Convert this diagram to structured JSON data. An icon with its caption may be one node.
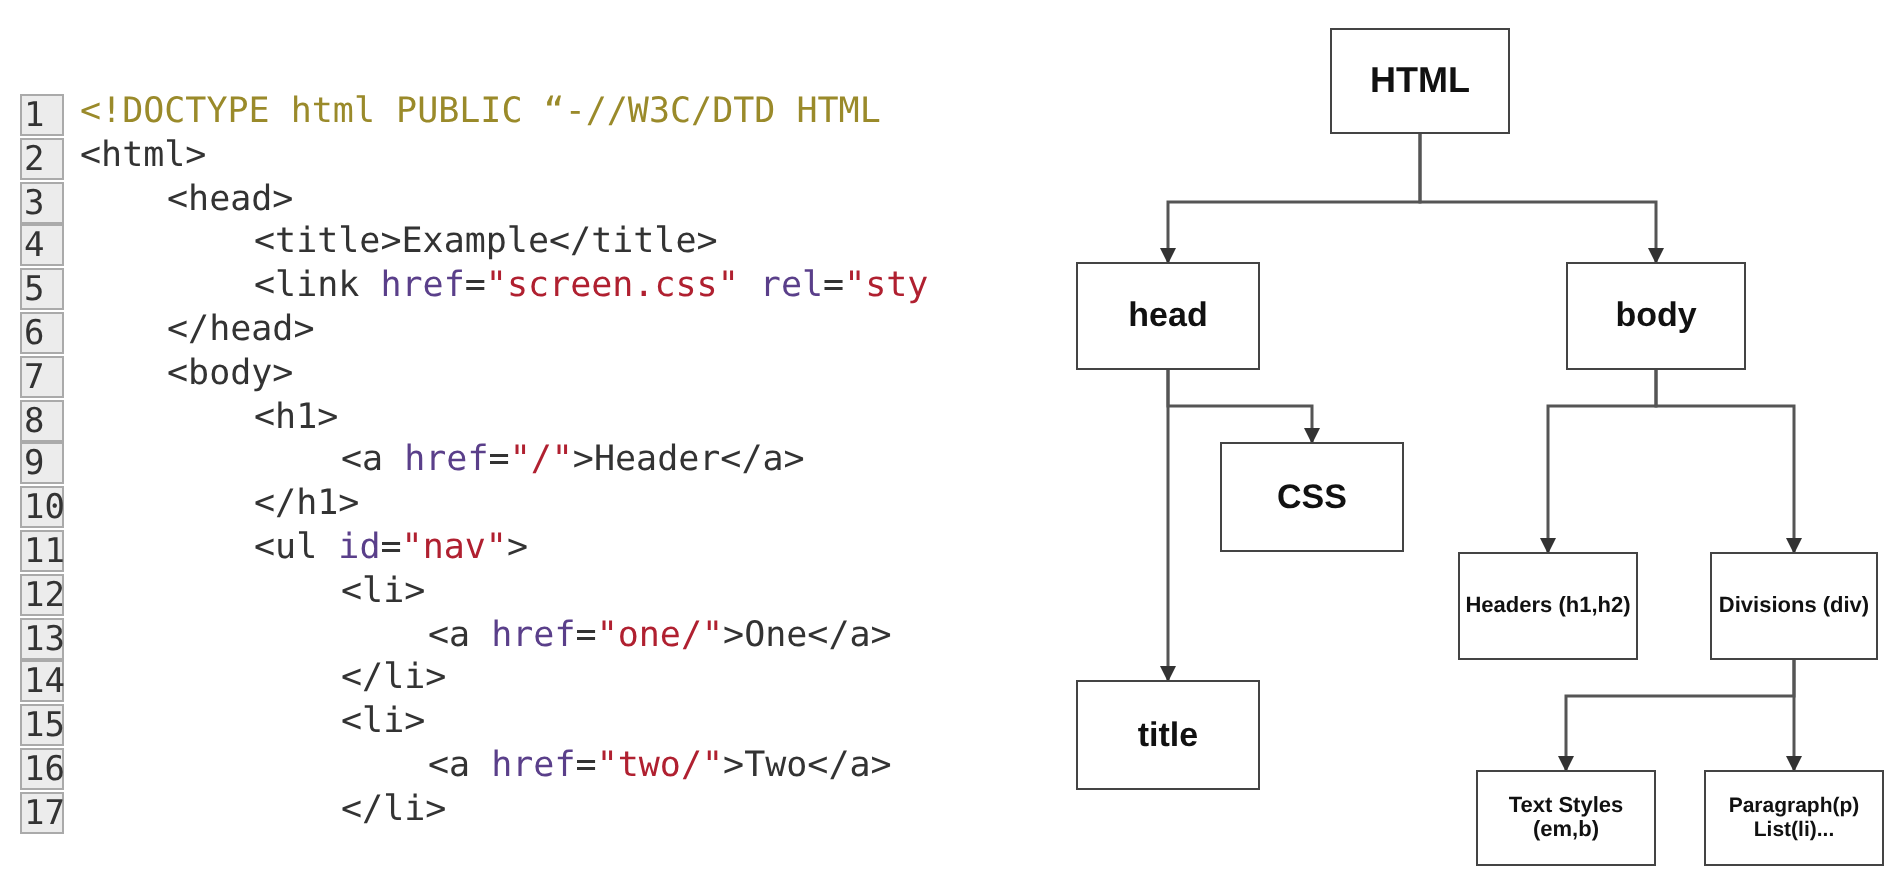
{
  "diagram": {
    "nodes": [
      {
        "text": [
          "HTML"
        ]
      },
      {
        "text": [
          "head"
        ]
      },
      {
        "text": [
          "body"
        ]
      },
      {
        "text": [
          "CSS"
        ]
      },
      {
        "text": [
          "title"
        ]
      },
      {
        "text": [
          "Headers (h1,h2)"
        ]
      },
      {
        "text": [
          "Divisions (div)"
        ]
      },
      {
        "text": [
          "Text Styles (em,b)"
        ]
      },
      {
        "text": [
          "Paragraph(p) List(li)..."
        ]
      }
    ],
    "edges": [
      {
        "from": 0,
        "to": 1,
        "arrow": "to"
      },
      {
        "from": 0,
        "to": 2,
        "arrow": "to"
      },
      {
        "from": 1,
        "to": 3,
        "arrow": "to"
      },
      {
        "from": 1,
        "to": 4,
        "arrow": "to"
      },
      {
        "from": 2,
        "to": 5,
        "arrow": "to"
      },
      {
        "from": 2,
        "to": 6,
        "arrow": "to"
      },
      {
        "from": 6,
        "to": 7,
        "arrow": "to"
      },
      {
        "from": 6,
        "to": 8,
        "arrow": "to"
      }
    ],
    "labels": [
      "1",
      "<!DOCTYPE html PUBLIC “-//W3C/DTD HTML",
      "2",
      "<html>",
      "3",
      "<head>",
      "4",
      "<title>Example</title>",
      "5",
      "<link href=\"screen.css\" rel=\"sty",
      "6",
      "</head>",
      "7",
      "<body>",
      "8",
      "<h1>",
      "9",
      "<a href=\"/\">Header</a>",
      "10",
      "</h1>",
      "11",
      "<ul id=\"nav\">",
      "12",
      "<li>",
      "13",
      "<a href=\"one/\">One</a>",
      "14",
      "</li>",
      "15",
      "<li>",
      "16",
      "<a href=\"two/\">Two</a>",
      "17",
      "</li>"
    ]
  }
}
